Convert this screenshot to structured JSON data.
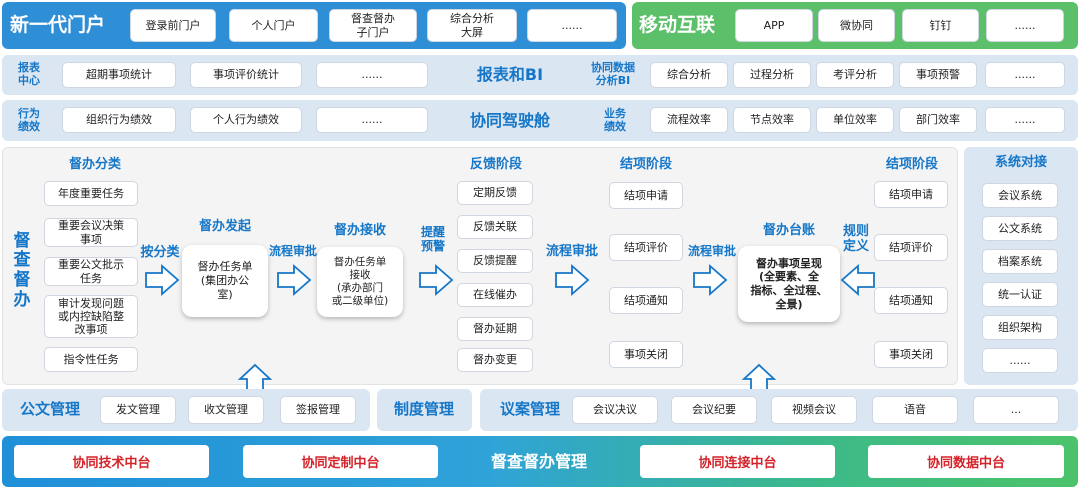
{
  "colors": {
    "blue": "#2f8fd6",
    "green": "#5cc06a",
    "lightblue": "#dbe6f3",
    "label": "#1677c8",
    "red": "#d4232a"
  },
  "row1": {
    "title": "新一代门户",
    "items": [
      "登录前门户",
      "个人门户",
      "督查督办\n子门户",
      "综合分析\n大屏",
      "......"
    ],
    "mobile_title": "移动互联",
    "mobile_items": [
      "APP",
      "微协同",
      "钉钉",
      "......"
    ]
  },
  "row2": {
    "left_label": "报表\n中心",
    "left_items": [
      "超期事项统计",
      "事项评价统计",
      "......"
    ],
    "center_title": "报表和BI",
    "right_label": "协同数据\n分析BI",
    "right_items": [
      "综合分析",
      "过程分析",
      "考评分析",
      "事项预警",
      "......"
    ]
  },
  "row3": {
    "left_label": "行为\n绩效",
    "left_items": [
      "组织行为绩效",
      "个人行为绩效",
      "......"
    ],
    "center_title": "协同驾驶舱",
    "right_label": "业务\n绩效",
    "right_items": [
      "流程效率",
      "节点效率",
      "单位效率",
      "部门效率",
      "......"
    ]
  },
  "main": {
    "side_title": "督查督办",
    "category_title": "督办分类",
    "categories": [
      "年度重要任务",
      "重要会议决策\n事项",
      "重要公文批示\n任务",
      "审计发现问题\n或内控缺陷整\n改事项",
      "指令性任务"
    ],
    "by_category": "按分类",
    "initiate_title": "督办发起",
    "initiate_box": "督办任务单\n(集团办公\n室)",
    "flow_approval_1": "流程审批",
    "receive_title": "督办接收",
    "receive_box": "督办任务单\n接收\n(承办部门\n或二级单位)",
    "remind": "提醒\n预警",
    "feedback_title": "反馈阶段",
    "feedback_items": [
      "定期反馈",
      "反馈关联",
      "反馈提醒",
      "在线催办",
      "督办延期",
      "督办变更"
    ],
    "flow_approval_2": "流程审批",
    "close_title_1": "结项阶段",
    "close_items_1": [
      "结项申请",
      "结项评价",
      "结项通知",
      "事项关闭"
    ],
    "flow_approval_3": "流程审批",
    "ledger_title": "督办台账",
    "ledger_box": "督办事项呈现\n(全要素、全\n指标、全过程、\n全景)",
    "rule_def": "规则\n定义",
    "close_title_2": "结项阶段",
    "close_items_2": [
      "结项申请",
      "结项评价",
      "结项通知",
      "事项关闭"
    ]
  },
  "system": {
    "title": "系统对接",
    "items": [
      "会议系统",
      "公文系统",
      "档案系统",
      "统一认证",
      "组织架构",
      "......"
    ]
  },
  "bottom": {
    "doc_title": "公文管理",
    "doc_items": [
      "发文管理",
      "收文管理",
      "签报管理"
    ],
    "rule_title": "制度管理",
    "meeting_title": "议案管理",
    "meeting_items": [
      "会议决议",
      "会议纪要",
      "视频会议",
      "语音",
      "..."
    ]
  },
  "footer": {
    "items": [
      "协同技术中台",
      "协同定制中台",
      "协同连接中台",
      "协同数据中台"
    ],
    "title": "督查督办管理"
  }
}
